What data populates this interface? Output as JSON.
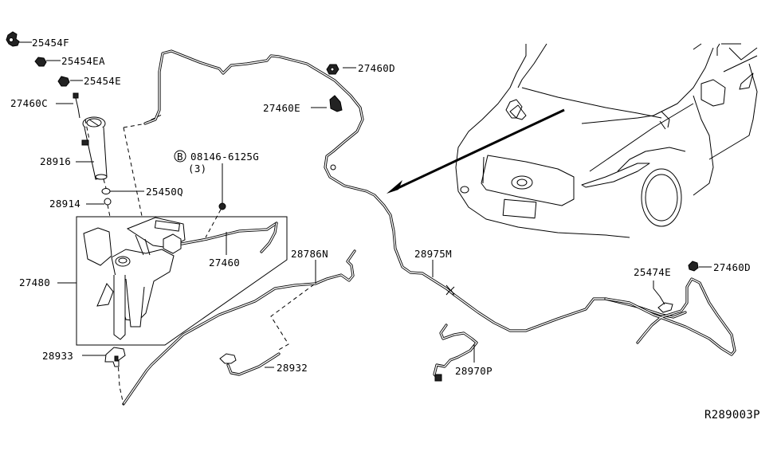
{
  "diagram": {
    "title": "Windshield Washer System",
    "reference_code": "R289003P",
    "accent_color": "#000000",
    "background_color": "#ffffff"
  },
  "labels": {
    "p25454F": "25454F",
    "p25454EA": "25454EA",
    "p25454E": "25454E",
    "p27460C": "27460C",
    "p28916": "28916",
    "p25450Q": "25450Q",
    "p28914": "28914",
    "bolt_symbol": "B",
    "bolt_part": "08146-6125G",
    "bolt_qty": "(3)",
    "p27460D_top": "27460D",
    "p27460E": "27460E",
    "p27460": "27460",
    "p27480": "27480",
    "p28786N": "28786N",
    "p28975M": "28975M",
    "p28933": "28933",
    "p28932": "28932",
    "p28970P": "28970P",
    "p25474E": "25474E",
    "p27460D_right": "27460D"
  }
}
